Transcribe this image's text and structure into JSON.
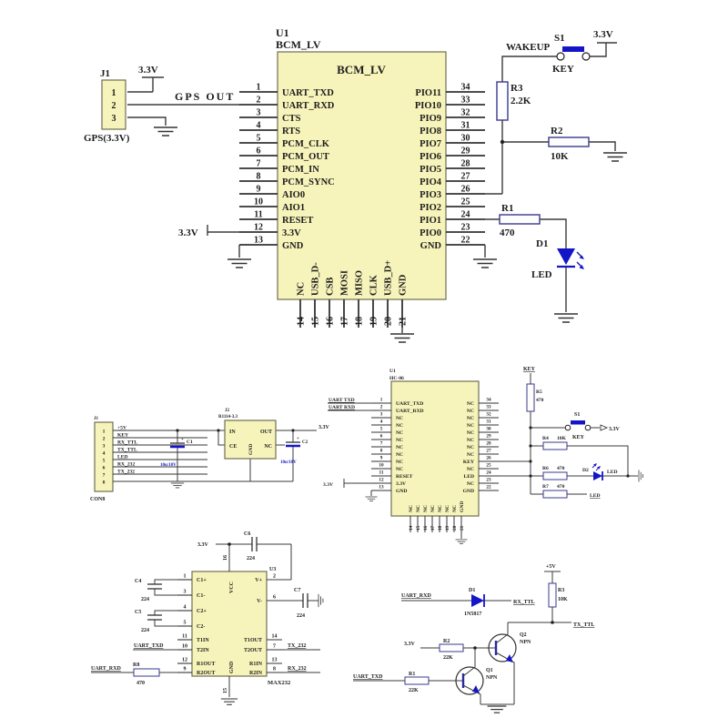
{
  "top": {
    "u1": {
      "ref": "U1",
      "part": "BCM_LV",
      "title": "BCM_LV",
      "left_pins": [
        {
          "n": "1",
          "l": "UART_TXD"
        },
        {
          "n": "2",
          "l": "UART_RXD"
        },
        {
          "n": "3",
          "l": "CTS"
        },
        {
          "n": "4",
          "l": "RTS"
        },
        {
          "n": "5",
          "l": "PCM_CLK"
        },
        {
          "n": "6",
          "l": "PCM_OUT"
        },
        {
          "n": "7",
          "l": "PCM_IN"
        },
        {
          "n": "8",
          "l": "PCM_SYNC"
        },
        {
          "n": "9",
          "l": "AIO0"
        },
        {
          "n": "10",
          "l": "AIO1"
        },
        {
          "n": "11",
          "l": "RESET"
        },
        {
          "n": "12",
          "l": "3.3V"
        },
        {
          "n": "13",
          "l": "GND"
        }
      ],
      "right_pins": [
        {
          "n": "34",
          "l": "PIO11"
        },
        {
          "n": "33",
          "l": "PIO10"
        },
        {
          "n": "32",
          "l": "PIO9"
        },
        {
          "n": "31",
          "l": "PIO8"
        },
        {
          "n": "30",
          "l": "PIO7"
        },
        {
          "n": "29",
          "l": "PIO6"
        },
        {
          "n": "28",
          "l": "PIO5"
        },
        {
          "n": "27",
          "l": "PIO4"
        },
        {
          "n": "26",
          "l": "PIO3"
        },
        {
          "n": "25",
          "l": "PIO2"
        },
        {
          "n": "24",
          "l": "PIO1"
        },
        {
          "n": "23",
          "l": "PIO0"
        },
        {
          "n": "22",
          "l": "GND"
        }
      ],
      "bottom_pins": [
        {
          "n": "14",
          "l": "NC"
        },
        {
          "n": "15",
          "l": "USB_D-"
        },
        {
          "n": "16",
          "l": "CSB"
        },
        {
          "n": "17",
          "l": "MOSI"
        },
        {
          "n": "18",
          "l": "MISO"
        },
        {
          "n": "19",
          "l": "CLK"
        },
        {
          "n": "20",
          "l": "USB_D+"
        },
        {
          "n": "21",
          "l": "GND"
        }
      ]
    },
    "j1": {
      "ref": "J1",
      "caption": "GPS(3.3V)",
      "v33": "3.3V",
      "net": "GPS OUT",
      "pins": [
        "1",
        "2",
        "3"
      ]
    },
    "v33_pin12": "3.3V",
    "wakeup": "WAKEUP",
    "s1": {
      "ref": "S1",
      "key": "KEY",
      "v33": "3.3V"
    },
    "r3": {
      "ref": "R3",
      "val": "2.2K"
    },
    "r2": {
      "ref": "R2",
      "val": "10K"
    },
    "r1": {
      "ref": "R1",
      "val": "470"
    },
    "d1": {
      "ref": "D1",
      "label": "LED"
    }
  },
  "mid": {
    "con": {
      "ref": "J1",
      "name": "CON8",
      "pins": [
        "1",
        "2",
        "3",
        "4",
        "5",
        "6",
        "7",
        "8"
      ],
      "nets": [
        "+5V",
        "KEY",
        "RX_TTL",
        "TX_TTL",
        "LED",
        "RX_232",
        "TX_232"
      ]
    },
    "c1": {
      "ref": "C1",
      "val": "10u/10V",
      "plus": "+"
    },
    "reg": {
      "ref": "J2",
      "part": "R1114-3.3",
      "pin_in": "IN",
      "pin_ce": "CE",
      "pin_out": "OUT",
      "pin_nc": "NC",
      "pin_gnd": "GND"
    },
    "v33_out": "3.3V",
    "c2": {
      "ref": "C2",
      "val": "10u/10V",
      "plus": "+"
    },
    "u1": {
      "ref": "U1",
      "part": "HC-06",
      "left_pins": [
        {
          "n": "1",
          "l": "UART_TXD"
        },
        {
          "n": "2",
          "l": "UART_RXD"
        },
        {
          "n": "3",
          "l": "NC"
        },
        {
          "n": "4",
          "l": "NC"
        },
        {
          "n": "5",
          "l": "NC"
        },
        {
          "n": "6",
          "l": "NC"
        },
        {
          "n": "7",
          "l": "NC"
        },
        {
          "n": "8",
          "l": "NC"
        },
        {
          "n": "9",
          "l": "NC"
        },
        {
          "n": "10",
          "l": "NC"
        },
        {
          "n": "11",
          "l": "RESET"
        },
        {
          "n": "12",
          "l": "3.3V"
        },
        {
          "n": "13",
          "l": "GND"
        }
      ],
      "right_pins": [
        {
          "n": "34",
          "l": "NC"
        },
        {
          "n": "33",
          "l": "NC"
        },
        {
          "n": "32",
          "l": "NC"
        },
        {
          "n": "31",
          "l": "NC"
        },
        {
          "n": "30",
          "l": "NC"
        },
        {
          "n": "29",
          "l": "NC"
        },
        {
          "n": "28",
          "l": "NC"
        },
        {
          "n": "27",
          "l": "NC"
        },
        {
          "n": "26",
          "l": "KEY"
        },
        {
          "n": "25",
          "l": "NC"
        },
        {
          "n": "24",
          "l": "LED"
        },
        {
          "n": "23",
          "l": "NC"
        },
        {
          "n": "22",
          "l": "GND"
        }
      ],
      "bottom_pins": [
        {
          "n": "14",
          "l": "NC"
        },
        {
          "n": "15",
          "l": "NC"
        },
        {
          "n": "16",
          "l": "NC"
        },
        {
          "n": "17",
          "l": "NC"
        },
        {
          "n": "18",
          "l": "NC"
        },
        {
          "n": "19",
          "l": "NC"
        },
        {
          "n": "20",
          "l": "NC"
        },
        {
          "n": "21",
          "l": "GND"
        }
      ]
    },
    "uart_txd": "UART TXD",
    "uart_rxd": "UART RXD",
    "v33_pin12": "3.3V",
    "key_net": "KEY",
    "r5": {
      "ref": "R5",
      "val": "470"
    },
    "s1": {
      "ref": "S1",
      "key": "KEY",
      "v33": "3.3V"
    },
    "r4": {
      "ref": "R4",
      "val": "10K"
    },
    "r6": {
      "ref": "R6",
      "val": "470"
    },
    "d2": {
      "ref": "D2",
      "label": "LED"
    },
    "r7": {
      "ref": "R7",
      "val": "470"
    },
    "led_net": "LED"
  },
  "bot": {
    "u3": {
      "ref": "U3",
      "part": "MAX232",
      "left_pins": [
        {
          "n": "1",
          "l": "C1+"
        },
        {
          "n": "3",
          "l": "C1-"
        },
        {
          "n": "4",
          "l": "C2+"
        },
        {
          "n": "5",
          "l": "C2-"
        },
        {
          "n": "11",
          "l": "T1IN"
        },
        {
          "n": "10",
          "l": "T2IN"
        },
        {
          "n": "12",
          "l": "R1OUT"
        },
        {
          "n": "9",
          "l": "R2OUT"
        }
      ],
      "right_pins": [
        {
          "n": "2",
          "l": "V+"
        },
        {
          "n": "6",
          "l": "V-"
        },
        {
          "n": "14",
          "l": "T1OUT"
        },
        {
          "n": "7",
          "l": "T2OUT"
        },
        {
          "n": "13",
          "l": "R1IN"
        },
        {
          "n": "8",
          "l": "R2IN"
        }
      ],
      "vcc_pin": {
        "n": "16",
        "l": "VCC"
      },
      "gnd_pin": {
        "n": "15",
        "l": "GND"
      }
    },
    "v33": "3.3V",
    "c4": {
      "ref": "C4",
      "val": "224"
    },
    "c5": {
      "ref": "C5",
      "val": "224"
    },
    "c6": {
      "ref": "C6",
      "val": "224"
    },
    "c7": {
      "ref": "C7",
      "val": "224"
    },
    "uart_txd": "UART_TXD",
    "uart_rxd": "UART_RXD",
    "r8": {
      "ref": "R8",
      "val": "470"
    },
    "tx232": "TX_232",
    "rx232": "RX_232",
    "tr": {
      "uart_rxd": "UART_RXD",
      "rx_ttl": "RX_TTL",
      "tx_ttl": "TX_TTL",
      "uart_txd": "UART_TXD",
      "v5": "+5V",
      "v33": "3.3V",
      "d1": {
        "ref": "D1",
        "part": "1N5817"
      },
      "r3": {
        "ref": "R3",
        "val": "10K"
      },
      "r2": {
        "ref": "R2",
        "val": "22K"
      },
      "r1": {
        "ref": "R1",
        "val": "22K"
      },
      "q2": {
        "ref": "Q2",
        "type": "NPN"
      },
      "q1": {
        "ref": "Q1",
        "type": "NPN"
      }
    }
  }
}
